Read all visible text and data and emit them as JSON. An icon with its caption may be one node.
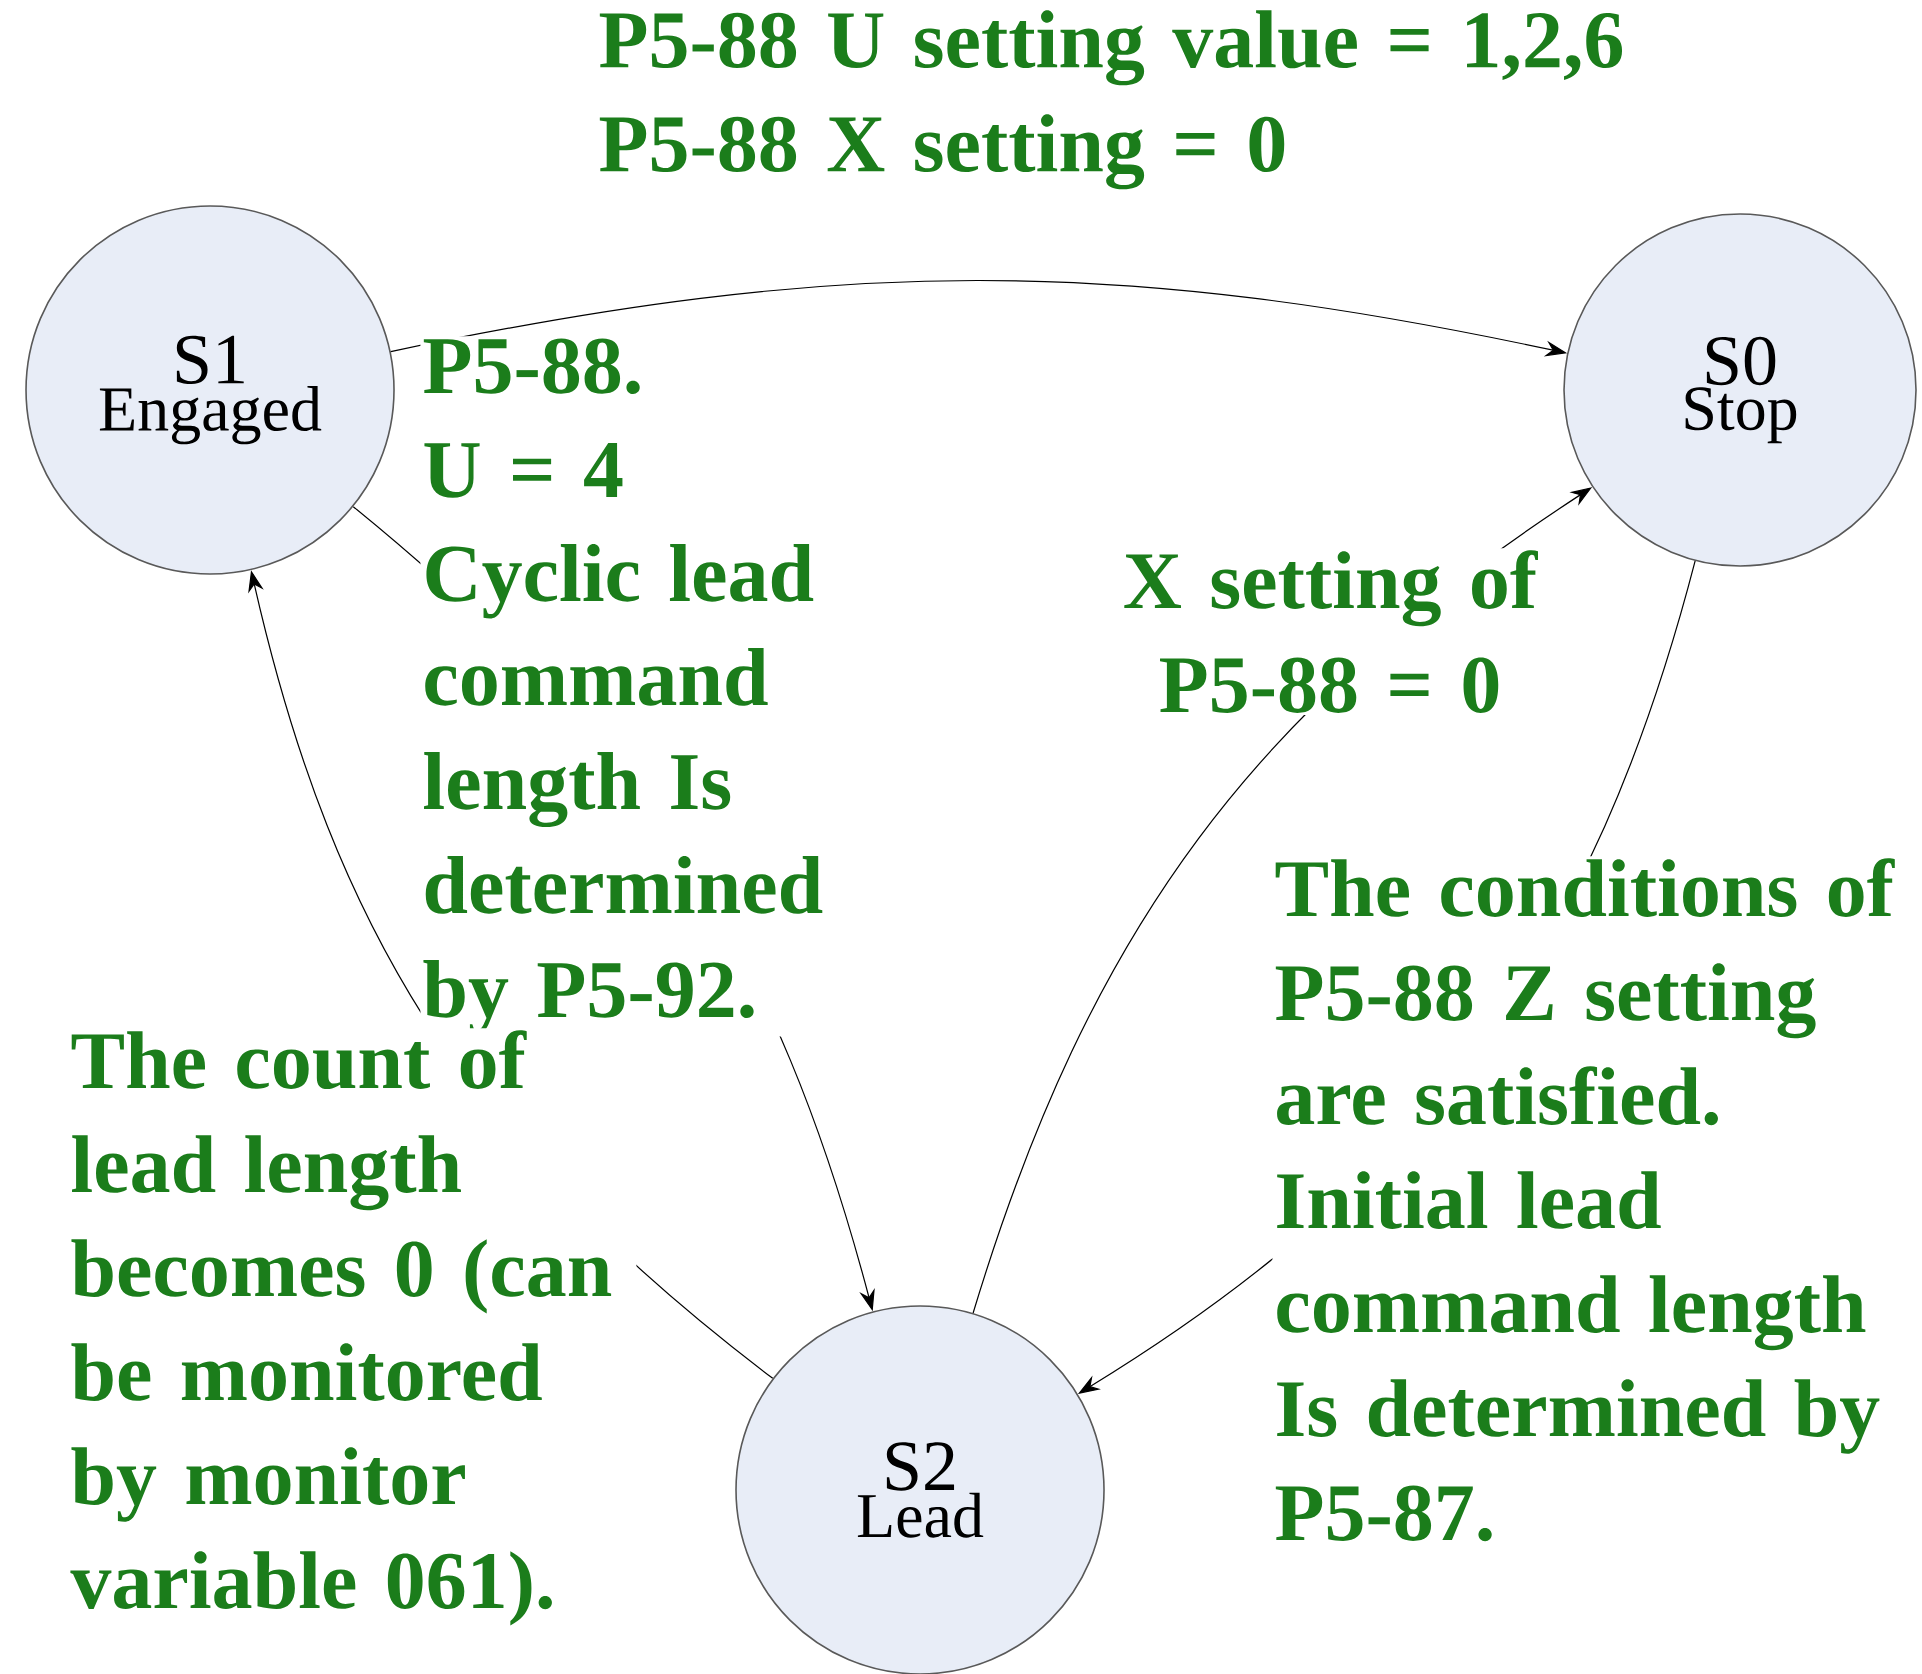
{
  "diagram": {
    "nodes": [
      {
        "text": [
          "S1",
          "Engaged"
        ]
      },
      {
        "text": [
          "S0",
          "Stop"
        ]
      },
      {
        "text": [
          "S2",
          "Lead"
        ]
      }
    ],
    "edges": [
      {
        "from": 0,
        "to": 1,
        "arrow": "to",
        "label": "P5-88 U setting value  = 1,2,6 P5-88 X setting  = 0"
      },
      {
        "from": 0,
        "to": 2,
        "arrow": "to",
        "label": "P5-88. U = 4 Cyclic lead command length Is determined by P5-92."
      },
      {
        "from": 2,
        "to": 1,
        "arrow": "to",
        "label": "X setting of P5-88 = 0"
      },
      {
        "from": 1,
        "to": 2,
        "arrow": "to",
        "label": "The conditions of P5-88 Z setting are satisfied. Initial lead command length Is determined by P5-87."
      },
      {
        "from": 2,
        "to": 0,
        "arrow": "to",
        "label": "The count of lead length becomes 0 (can be monitored by monitor variable 061)."
      }
    ]
  }
}
